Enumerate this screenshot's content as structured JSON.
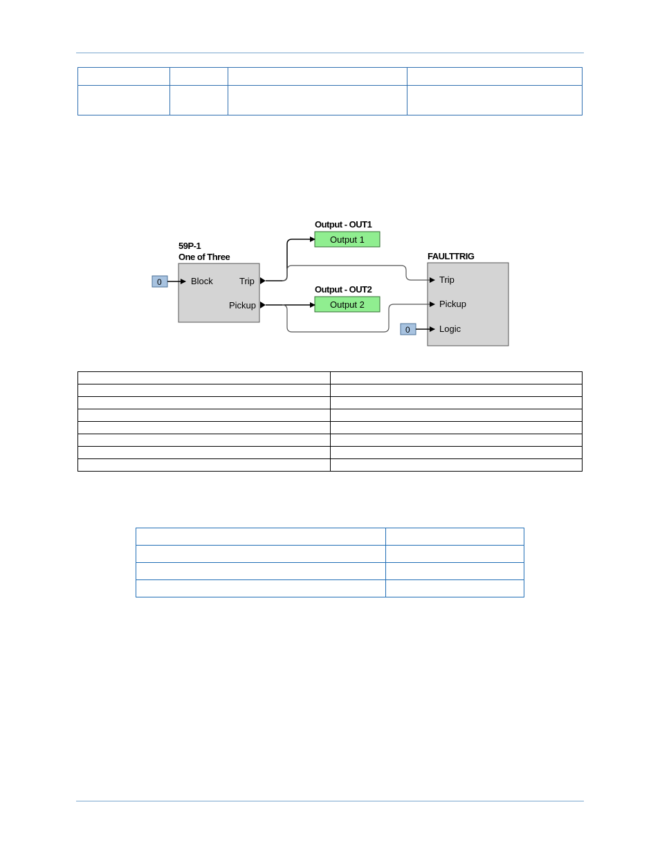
{
  "diagram": {
    "block_59p": {
      "title_line1": "59P-1",
      "title_line2": "One of Three",
      "input_block": "Block",
      "output_trip": "Trip",
      "output_pickup": "Pickup",
      "block_input_value": "0"
    },
    "out1": {
      "title": "Output - OUT1",
      "label": "Output 1"
    },
    "out2": {
      "title": "Output - OUT2",
      "label": "Output 2"
    },
    "faulttrig": {
      "title": "FAULTTRIG",
      "input_trip": "Trip",
      "input_pickup": "Pickup",
      "input_logic": "Logic",
      "logic_input_value": "0"
    }
  },
  "colors": {
    "header_rule": "#7aa7cf",
    "block_fill": "#d4d4d4",
    "output_fill": "#90ee90",
    "input_fill": "#a8c3e0",
    "table_border_blue": "#1f6db5"
  }
}
